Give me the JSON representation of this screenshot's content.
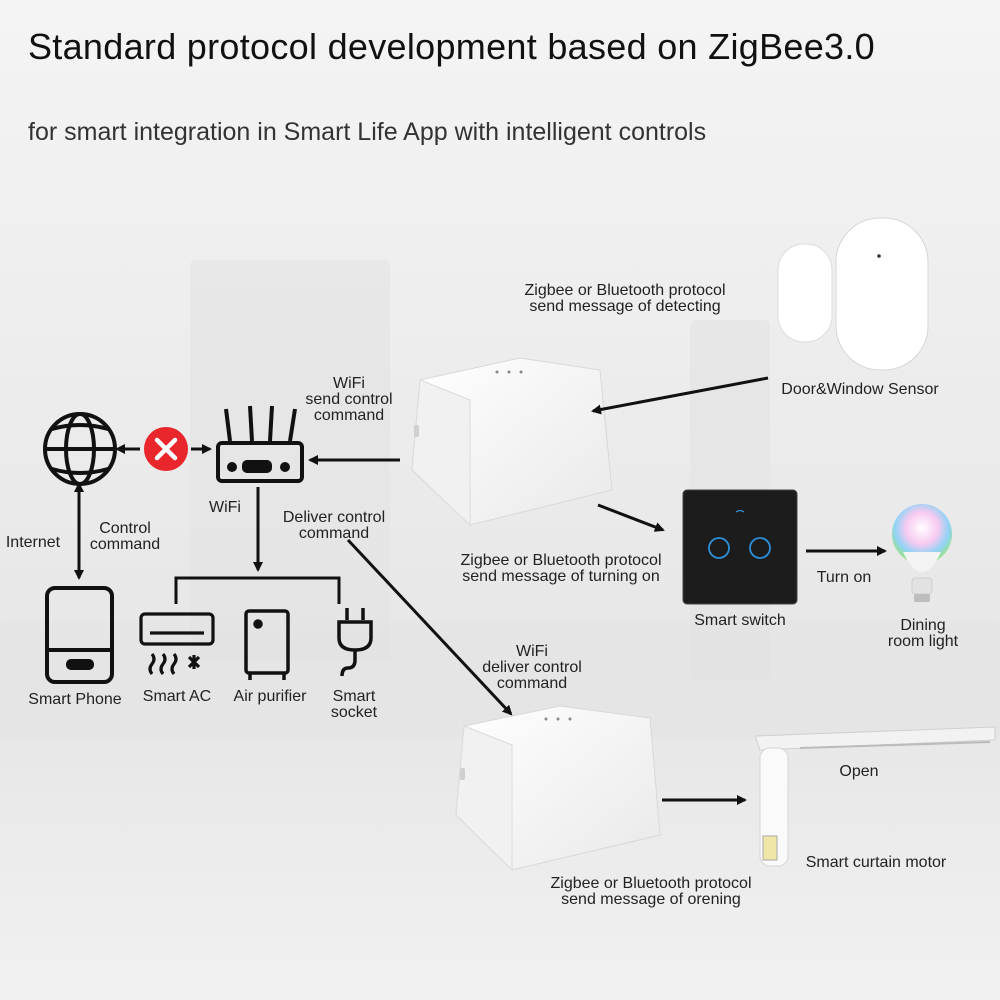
{
  "title": "Standard protocol development based on ZigBee3.0",
  "subtitle": "for smart integration in Smart Life App with intelligent controls",
  "labels": {
    "zb_detect_1": "Zigbee or Bluetooth protocol",
    "zb_detect_2": "send message of detecting",
    "door_sensor": "Door&Window Sensor",
    "wifi_1": "WiFi",
    "wifi_2": "send control",
    "wifi_3": "command",
    "router_wifi": "WiFi",
    "internet": "Internet",
    "control_1": "Control",
    "control_2": "command",
    "deliver_1": "Deliver control",
    "deliver_2": "command",
    "zb_turn_1": "Zigbee or Bluetooth protocol",
    "zb_turn_2": "send message of turning on",
    "turn_on": "Turn on",
    "smart_switch": "Smart switch",
    "dining_1": "Dining",
    "dining_2": "room light",
    "smart_phone": "Smart Phone",
    "smart_ac": "Smart AC",
    "air_purifier": "Air purifier",
    "socket_1": "Smart",
    "socket_2": "socket",
    "wifi2_1": "WiFi",
    "wifi2_2": "deliver control",
    "wifi2_3": "command",
    "open": "Open",
    "curtain_motor": "Smart curtain motor",
    "zb_open_1": "Zigbee or Bluetooth protocol",
    "zb_open_2": "send message of orening"
  },
  "colors": {
    "blocked": "#e8262c",
    "switch_panel": "#1c1c1c",
    "switch_ring": "#2e8fd8"
  },
  "icons": [
    "globe-icon",
    "blocked-x-icon",
    "router-icon",
    "phone-icon",
    "ac-icon",
    "air-purifier-icon",
    "socket-icon",
    "hub-device",
    "door-sensor-device",
    "smart-switch-device",
    "bulb-device",
    "curtain-motor-device"
  ]
}
